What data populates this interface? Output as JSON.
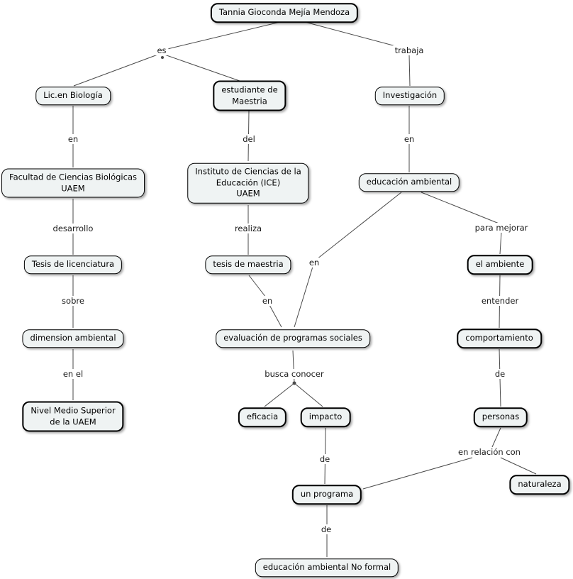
{
  "diagram": {
    "type": "concept-map",
    "colors": {
      "background": "#ffffff",
      "node_fill": "#eff3f3",
      "node_border": "#000000",
      "line_color": "#4a4a4a"
    },
    "nodes": [
      {
        "id": "tannia",
        "label": "Tannia Gioconda Mejía Mendoza"
      },
      {
        "id": "lic-biologia",
        "label": "Lic.en Biología"
      },
      {
        "id": "estudiante-maestria",
        "label": "estudiante de\nMaestria"
      },
      {
        "id": "investigacion",
        "label": "Investigación"
      },
      {
        "id": "facultad",
        "label": "Facultad de Ciencias Biológicas\nUAEM"
      },
      {
        "id": "instituto",
        "label": "Instituto de Ciencias de la\nEducación (ICE)\nUAEM"
      },
      {
        "id": "educacion-ambiental",
        "label": "educación ambiental"
      },
      {
        "id": "tesis-licenciatura",
        "label": "Tesis de licenciatura"
      },
      {
        "id": "tesis-maestria",
        "label": "tesis de maestria"
      },
      {
        "id": "el-ambiente",
        "label": "el ambiente"
      },
      {
        "id": "dimension-ambiental",
        "label": "dimension ambiental"
      },
      {
        "id": "evaluacion-programas",
        "label": "evaluación de programas sociales"
      },
      {
        "id": "comportamiento",
        "label": "comportamiento"
      },
      {
        "id": "nivel-medio-superior",
        "label": "Nivel Medio Superior\nde la UAEM"
      },
      {
        "id": "eficacia",
        "label": "eficacia"
      },
      {
        "id": "impacto",
        "label": "impacto"
      },
      {
        "id": "personas",
        "label": "personas"
      },
      {
        "id": "un-programa",
        "label": "un programa"
      },
      {
        "id": "naturaleza",
        "label": "naturaleza"
      },
      {
        "id": "educacion-no-formal",
        "label": "educación ambiental No formal"
      }
    ],
    "link_labels": [
      {
        "id": "es",
        "text": "es"
      },
      {
        "id": "trabaja",
        "text": "trabaja"
      },
      {
        "id": "en-1",
        "text": "en"
      },
      {
        "id": "del",
        "text": "del"
      },
      {
        "id": "en-2",
        "text": "en"
      },
      {
        "id": "desarrollo",
        "text": "desarrollo"
      },
      {
        "id": "realiza",
        "text": "realiza"
      },
      {
        "id": "para-mejorar",
        "text": "para mejorar"
      },
      {
        "id": "en-3",
        "text": "en"
      },
      {
        "id": "sobre",
        "text": "sobre"
      },
      {
        "id": "en-4",
        "text": "en"
      },
      {
        "id": "entender",
        "text": "entender"
      },
      {
        "id": "en-el",
        "text": "en el"
      },
      {
        "id": "busca-conocer",
        "text": "busca conocer"
      },
      {
        "id": "de-1",
        "text": "de"
      },
      {
        "id": "de-2",
        "text": "de"
      },
      {
        "id": "en-relacion-con",
        "text": "en relación con"
      },
      {
        "id": "de-3",
        "text": "de"
      }
    ]
  }
}
